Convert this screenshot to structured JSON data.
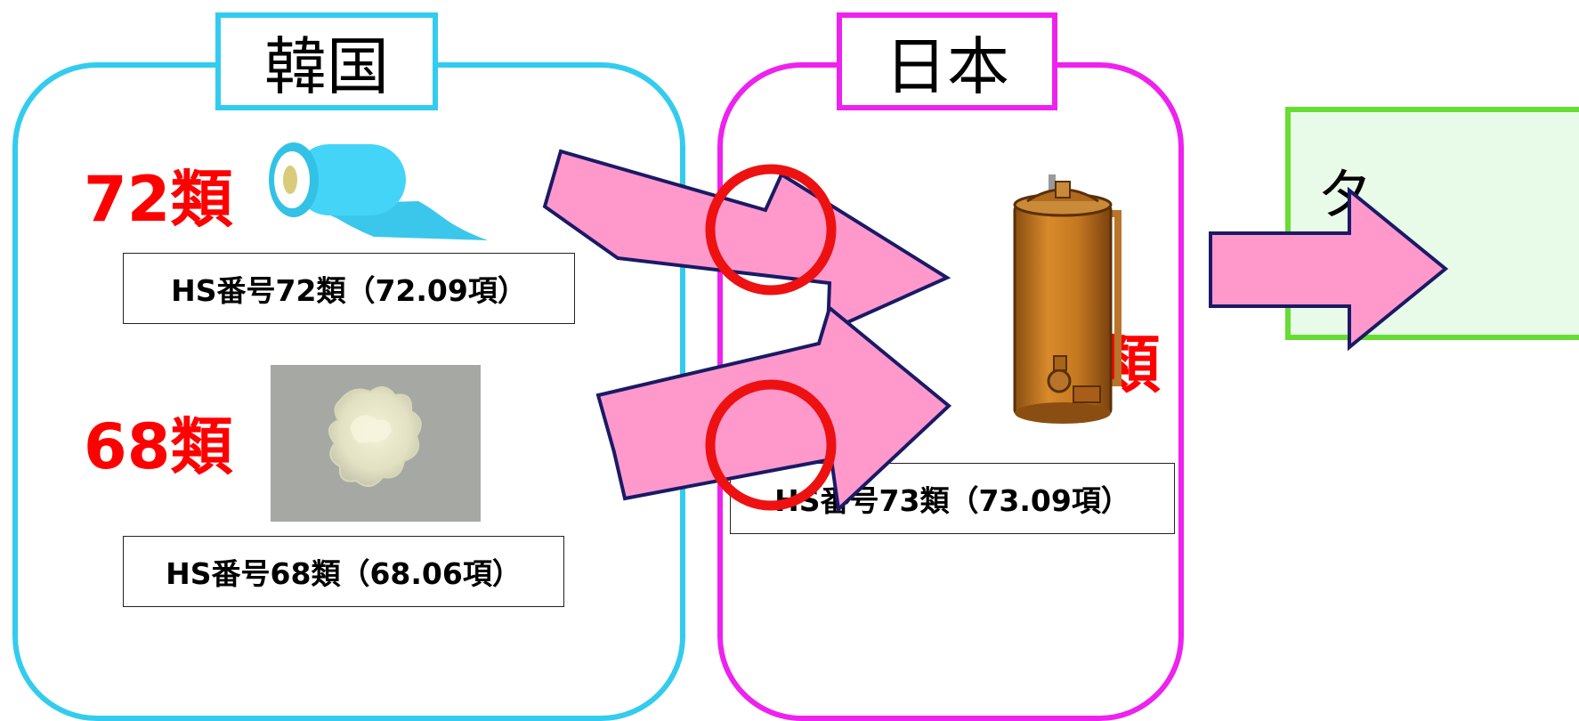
{
  "korea": {
    "title": "韓国",
    "item_1": {
      "class_label": "72類",
      "hs_text": "HS番号72類（72.09項）",
      "icon": "steel-sheet-roll-icon"
    },
    "item_2": {
      "class_label": "68類",
      "hs_text": "HS番号68類（68.06項）",
      "icon": "mineral-wool-photo"
    }
  },
  "japan": {
    "title": "日本",
    "product": {
      "class_label": "73類",
      "hs_text": "HS番号73類（73.09項）",
      "icon": "water-heater-tank-icon"
    }
  },
  "thailand": {
    "label": "タイ"
  },
  "colors": {
    "korea_border": "#33ccee",
    "japan_border": "#ee22ee",
    "thai_border": "#66dd33",
    "thai_fill": "#e8fae8",
    "arrow_fill": "#ff99cc",
    "arrow_stroke": "#1a1a66",
    "accept_circle": "#ee1111",
    "class_label": "#ff0000"
  }
}
